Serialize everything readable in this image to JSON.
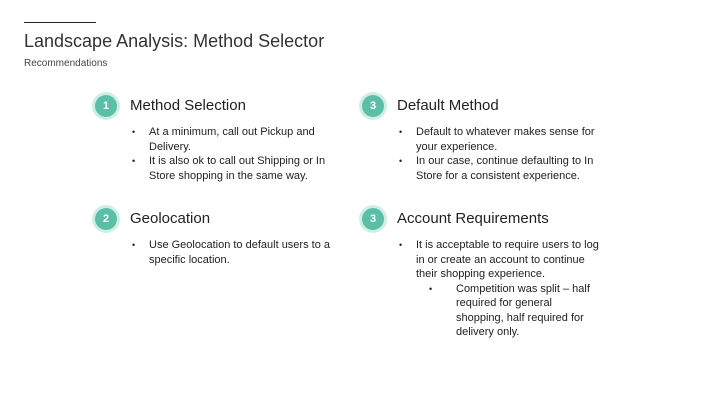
{
  "header": {
    "title": "Landscape Analysis: Method Selector",
    "subtitle": "Recommendations"
  },
  "accent_color": "#5bbfa8",
  "sections": [
    {
      "number": "1",
      "title": "Method Selection",
      "bullets": [
        "At a minimum, call out Pickup and Delivery.",
        "It is also ok to call out Shipping or In Store shopping in the same way."
      ]
    },
    {
      "number": "2",
      "title": "Geolocation",
      "bullets": [
        "Use Geolocation to default users to a specific location."
      ]
    },
    {
      "number": "3",
      "title": "Default Method",
      "bullets": [
        "Default to whatever makes sense for your experience.",
        "In our case, continue defaulting to In Store for a consistent experience."
      ]
    },
    {
      "number": "3",
      "title": "Account Requirements",
      "bullets": [
        "It is acceptable to require users to log in or create an account to continue their shopping experience."
      ],
      "sub_bullets": [
        "Competition was split – half required for general shopping, half required for delivery only."
      ]
    }
  ]
}
